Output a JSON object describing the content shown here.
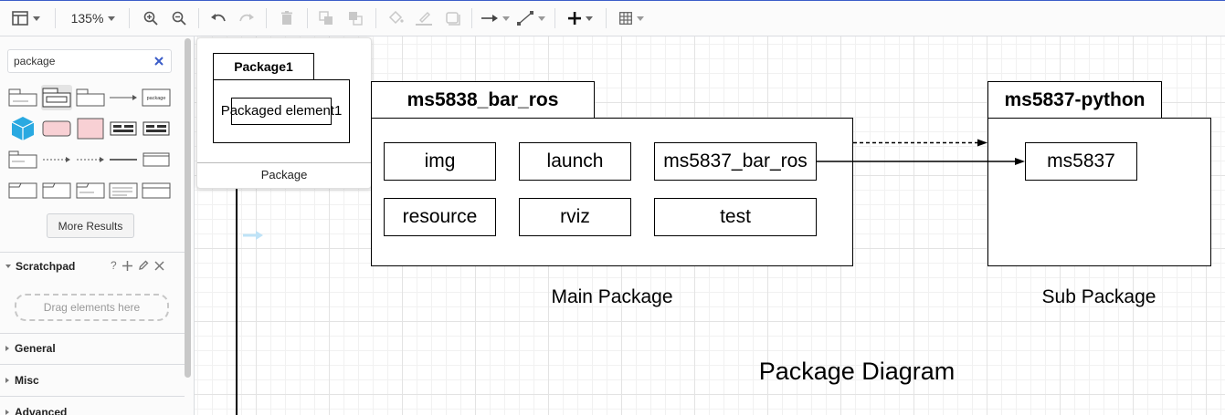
{
  "toolbar": {
    "zoom": "135%",
    "icons": [
      "format-panel-icon",
      "zoom-in-icon",
      "zoom-out-icon",
      "undo-icon",
      "redo-icon",
      "delete-icon",
      "to-front-icon",
      "to-back-icon",
      "fill-color-icon",
      "line-color-icon",
      "shadow-icon",
      "connection-icon",
      "waypoints-icon",
      "insert-icon",
      "table-icon"
    ]
  },
  "sidebar": {
    "search_value": "package",
    "more_results": "More Results",
    "scratchpad": {
      "title": "Scratchpad",
      "help": "?",
      "drop_hint": "Drag elements here"
    },
    "sections": [
      "General",
      "Misc",
      "Advanced"
    ],
    "shape_thumb_label": "package"
  },
  "preview": {
    "tab_label": "Package1",
    "element_label": "Packaged element1",
    "caption": "Package"
  },
  "diagram": {
    "title": "Package Diagram",
    "main_package": {
      "name": "ms5838_bar_ros",
      "caption": "Main Package",
      "items": [
        "img",
        "launch",
        "ms5837_bar_ros",
        "resource",
        "rviz",
        "test"
      ]
    },
    "sub_package": {
      "name": "ms5837-python",
      "caption": "Sub Package",
      "items": [
        "ms5837"
      ]
    }
  },
  "colors": {
    "accent": "#3c5ec9",
    "drop_arrow": "#bfe3f7",
    "cube": "#29a9e1",
    "pink_fill": "#f8d0d4"
  }
}
